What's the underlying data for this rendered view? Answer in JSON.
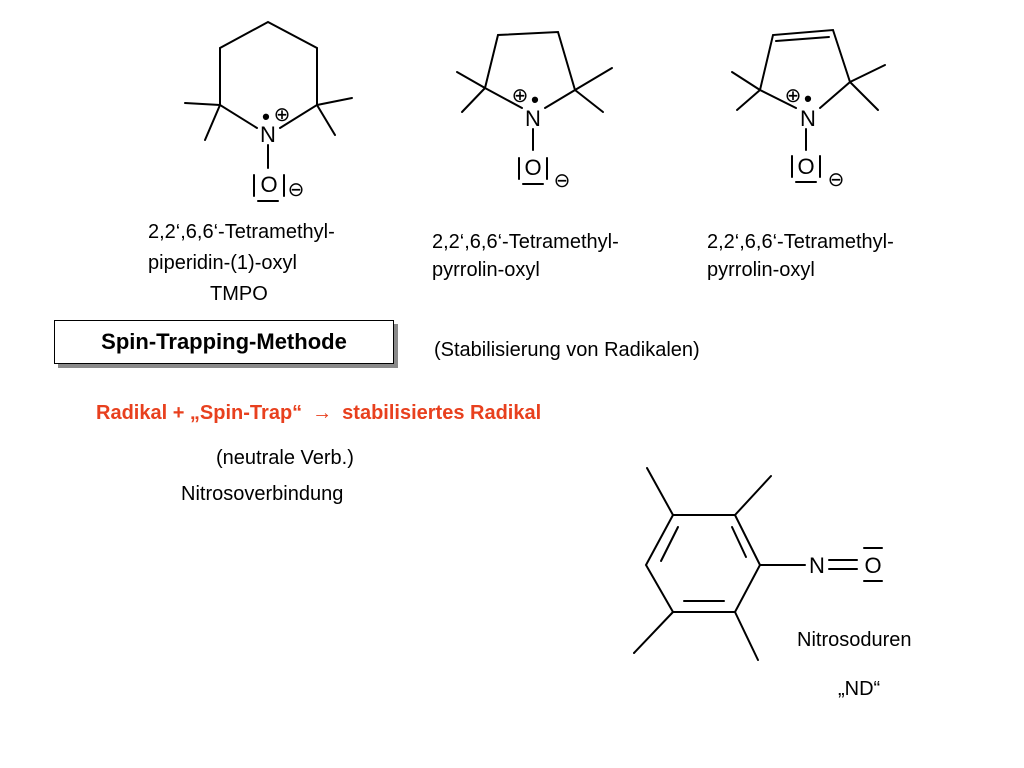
{
  "structures": {
    "atom_N": "N",
    "atom_O": "O",
    "plus": "⊕",
    "minus": "⊖",
    "radical_dot": "•"
  },
  "compounds": {
    "tmpo": {
      "name_line1": "2,2‘,6,6‘-Tetramethyl-",
      "name_line2": "piperidin-(1)-oxyl",
      "abbr": "TMPO"
    },
    "pyrrolin_a": {
      "name_line1": "2,2‘,6,6‘-Tetramethyl-",
      "name_line2": "pyrrolin-oxyl"
    },
    "pyrrolin_b": {
      "name_line1": "2,2‘,6,6‘-Tetramethyl-",
      "name_line2": "pyrrolin-oxyl"
    },
    "nd": {
      "name": "Nitrosoduren",
      "abbr": "„ND“"
    }
  },
  "method": {
    "title": "Spin-Trapping-Methode",
    "note": "(Stabilisierung von Radikalen)"
  },
  "reaction": {
    "reactant": "Radikal + „Spin-Trap“",
    "arrow": "→",
    "product": "stabilisiertes Radikal",
    "color": "#e8401e"
  },
  "trap": {
    "note": "(neutrale Verb.)",
    "class": "Nitrosoverbindung"
  }
}
